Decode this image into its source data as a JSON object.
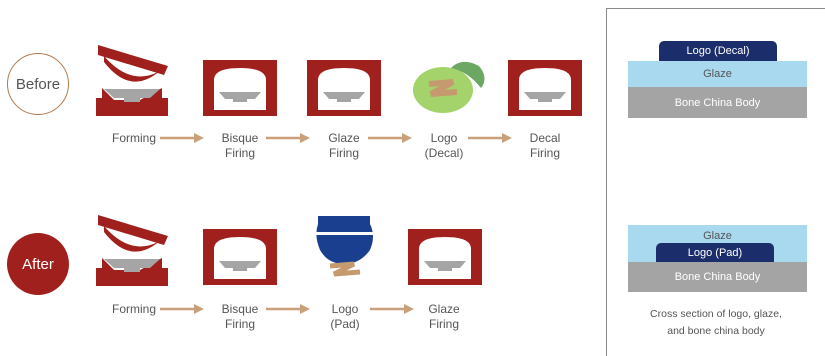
{
  "colors": {
    "kiln": "#a0201d",
    "plate": "#a5a5a5",
    "arrow": "#c9a07a",
    "decal_disk": "#a5d36b",
    "decal_leaf": "#6ca763",
    "pad": "#1b3f8f",
    "glaze": "#a8d9ee",
    "body": "#a4a4a4",
    "logo_layer": "#1b2e6b"
  },
  "before": {
    "badge": "Before",
    "steps": [
      {
        "label": "Forming",
        "icon": "forming-mold-icon"
      },
      {
        "label": "Bisque\nFiring",
        "icon": "kiln-icon"
      },
      {
        "label": "Glaze\nFiring",
        "icon": "kiln-icon"
      },
      {
        "label": "Logo\n(Decal)",
        "icon": "decal-icon"
      },
      {
        "label": "Decal\nFiring",
        "icon": "kiln-icon"
      }
    ]
  },
  "after": {
    "badge": "After",
    "steps": [
      {
        "label": "Forming",
        "icon": "forming-mold-icon"
      },
      {
        "label": "Bisque\nFiring",
        "icon": "kiln-icon"
      },
      {
        "label": "Logo\n(Pad)",
        "icon": "pad-print-icon"
      },
      {
        "label": "Glaze\nFiring",
        "icon": "kiln-icon"
      }
    ]
  },
  "cross_section_before": {
    "logo": "Logo (Decal)",
    "glaze": "Glaze",
    "body": "Bone China Body"
  },
  "cross_section_after": {
    "glaze": "Glaze",
    "logo": "Logo (Pad)",
    "body": "Bone China Body"
  },
  "caption": "Cross section of logo, glaze,\nand bone china body"
}
